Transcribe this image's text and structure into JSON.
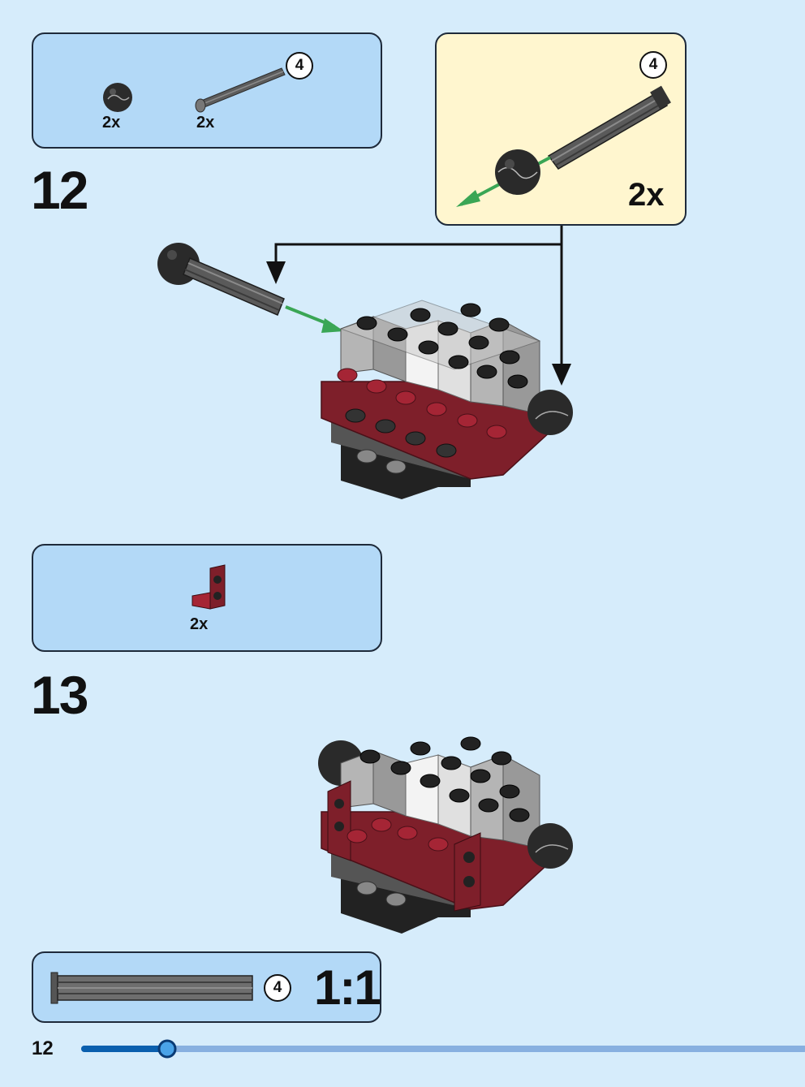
{
  "page_number": "12",
  "progress_fraction": 0.2,
  "colors": {
    "background": "#d6ecfb",
    "parts_box": "#b3d9f7",
    "subassembly_box": "#fff6cf",
    "dark_red": "#7e1f2a",
    "light_gray": "#a7a7a7",
    "dark_gray": "#3a3a3a",
    "progress_track": "#88b0e0",
    "progress_fill": "#0a5fae",
    "arrow_green": "#3aa655"
  },
  "step12": {
    "number": "12",
    "parts": [
      {
        "icon": "black-round-ball-icon",
        "qty": "2x"
      },
      {
        "icon": "gray-axle-icon",
        "qty": "2x",
        "length": "4"
      }
    ],
    "subassembly": {
      "length": "4",
      "qty": "2x",
      "icon": "axle-with-ball-icon"
    }
  },
  "step13": {
    "number": "13",
    "parts": [
      {
        "icon": "dark-red-bracket-icon",
        "qty": "2x"
      }
    ]
  },
  "scale_ref": {
    "length": "4",
    "label": "1:1",
    "icon": "axle-1-to-1-icon"
  }
}
